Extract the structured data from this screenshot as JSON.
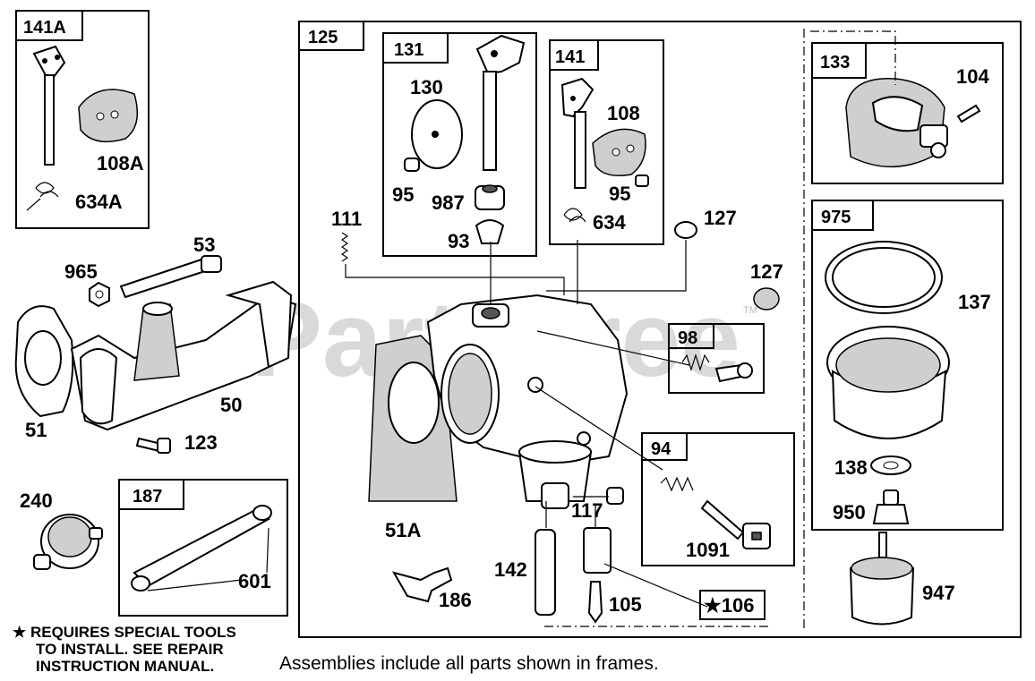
{
  "watermark": "PartsTree",
  "trademark": "TM",
  "frames": {
    "f125": "125",
    "f131": "131",
    "f141": "141",
    "f133": "133",
    "f975": "975",
    "f98": "98",
    "f94": "94",
    "f141A": "141A",
    "f187": "187"
  },
  "parts": {
    "p108A": "108A",
    "p634A": "634A",
    "p130": "130",
    "p95a": "95",
    "p987": "987",
    "p93": "93",
    "p108": "108",
    "p95b": "95",
    "p634": "634",
    "p104": "104",
    "p111": "111",
    "p127a": "127",
    "p127b": "127",
    "p53": "53",
    "p965": "965",
    "p137": "137",
    "p51": "51",
    "p50": "50",
    "p123": "123",
    "p138": "138",
    "p950": "950",
    "p240": "240",
    "p601": "601",
    "p51A": "51A",
    "p117": "117",
    "p1091": "1091",
    "p142": "142",
    "p186": "186",
    "p105": "105",
    "p106": "★106",
    "p947": "947"
  },
  "notes": {
    "special_line1": "★ REQUIRES SPECIAL TOOLS",
    "special_line2": "TO INSTALL.  SEE REPAIR",
    "special_line3": "INSTRUCTION MANUAL.",
    "assemblies": "Assemblies include all parts shown in frames."
  }
}
